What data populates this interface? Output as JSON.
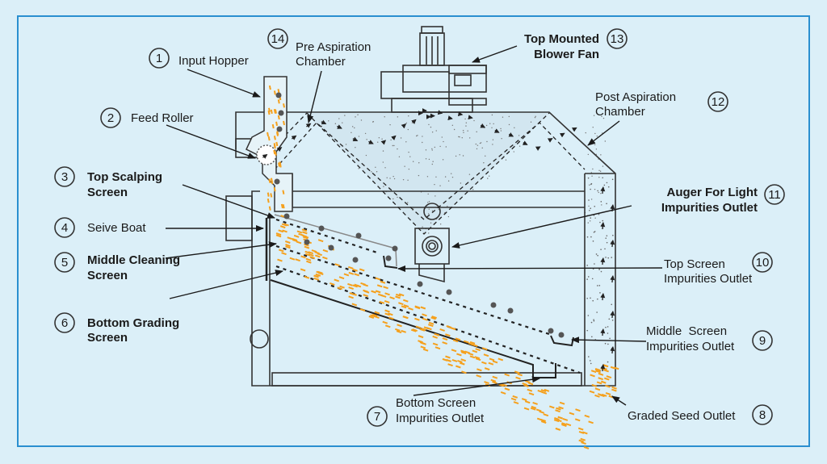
{
  "colors": {
    "background": "#dbeff8",
    "border": "#2a8fd0",
    "seed": "#f5a01c",
    "impurity": "#555555",
    "line": "#333333"
  },
  "labels": {
    "n1": "1",
    "input_hopper": "Input Hopper",
    "n14": "14",
    "pre_asp_1": "Pre Aspiration",
    "pre_asp_2": "Chamber",
    "n13": "13",
    "blower_1": "Top Mounted",
    "blower_2": "Blower Fan",
    "n12": "12",
    "post_asp_1": "Post Aspiration",
    "post_asp_2": "Chamber",
    "n2": "2",
    "feed_roller": "Feed Roller",
    "n3": "3",
    "top_scalp_1": "Top Scalping",
    "top_scalp_2": "Screen",
    "n4": "4",
    "seive_boat": "Seive Boat",
    "n5": "5",
    "middle_clean_1": "Middle Cleaning",
    "middle_clean_2": "Screen",
    "n6": "6",
    "bottom_grade_1": "Bottom Grading",
    "bottom_grade_2": "Screen",
    "n11": "11",
    "auger_1": "Auger For Light",
    "auger_2": "Impurities Outlet",
    "n10": "10",
    "top_out_1": "Top Screen",
    "top_out_2": "Impurities Outlet",
    "n9": "9",
    "mid_out_1": "Middle  Screen",
    "mid_out_2": "Impurities Outlet",
    "n7": "7",
    "bot_out_1": "Bottom Screen",
    "bot_out_2": "Impurities Outlet",
    "n8": "8",
    "graded_seed": "Graded Seed Outlet"
  }
}
